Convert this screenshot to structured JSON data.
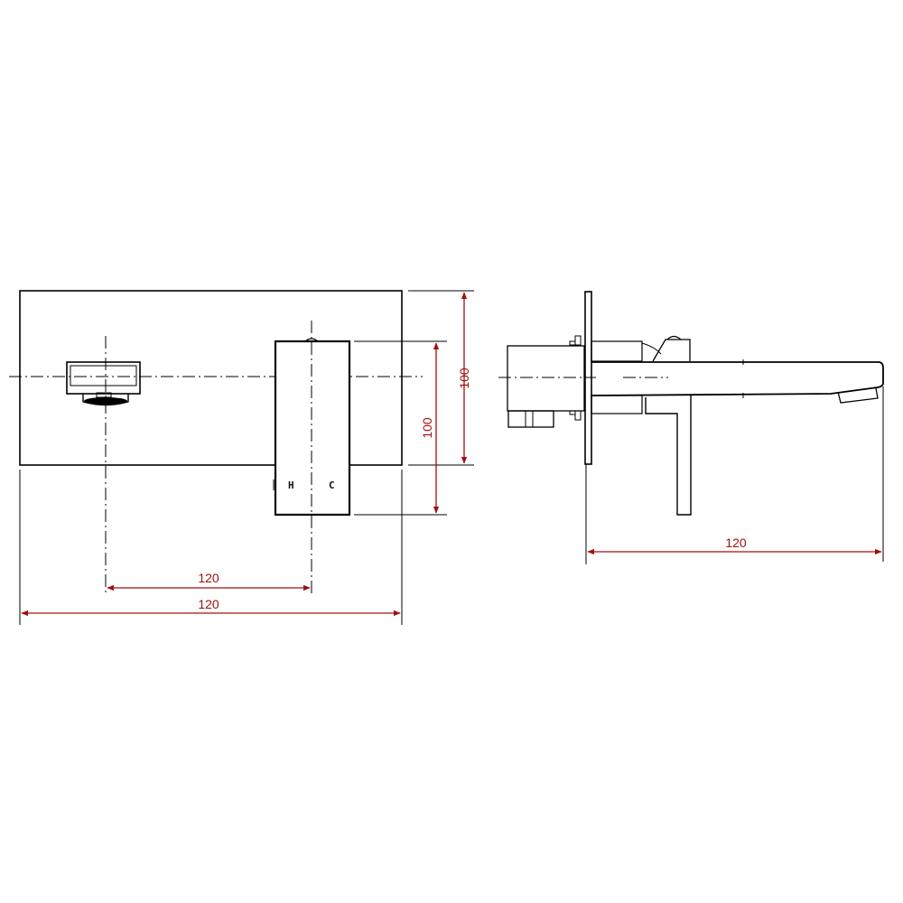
{
  "drawing": {
    "type": "wall-mounted basin mixer technical drawing",
    "colors": {
      "line": "#000000",
      "dimension": "#a01010",
      "background": "#ffffff"
    },
    "front_view": {
      "handle_labels": {
        "hot": "H",
        "cold": "C"
      },
      "dimensions": {
        "plate_height": "100",
        "handle_height": "100",
        "spout_to_handle_spacing": "120",
        "plate_width": "120"
      }
    },
    "side_view": {
      "dimensions": {
        "spout_projection": "120"
      }
    }
  }
}
